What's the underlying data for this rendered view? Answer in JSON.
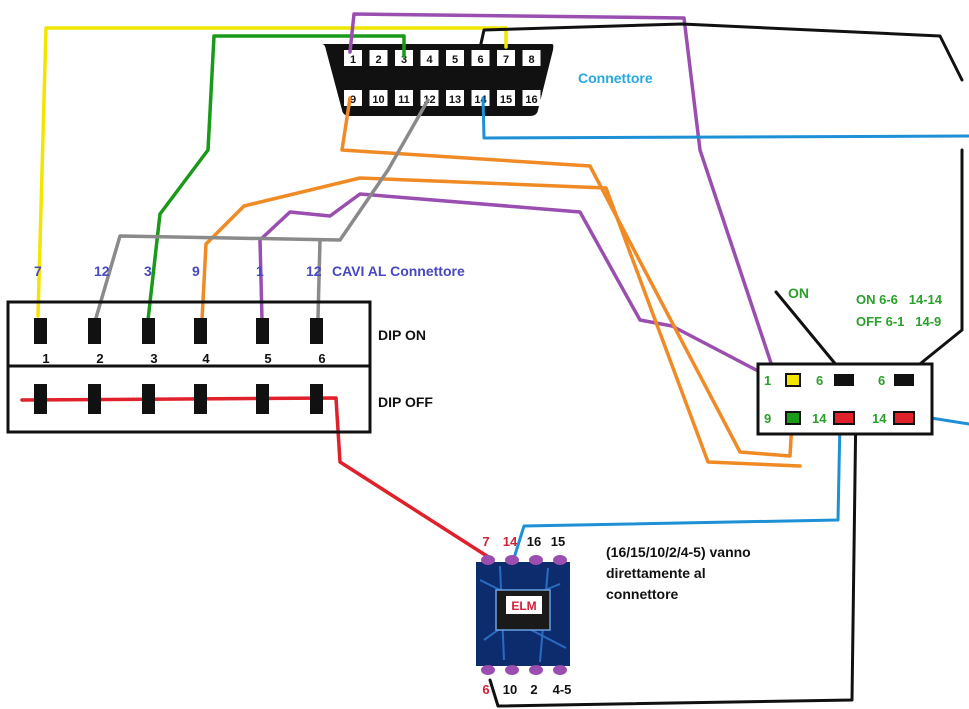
{
  "connector": {
    "title": "Connettore",
    "pins_top": [
      "1",
      "2",
      "3",
      "4",
      "5",
      "6",
      "7",
      "8"
    ],
    "pins_bottom": [
      "9",
      "10",
      "11",
      "12",
      "13",
      "14",
      "15",
      "16"
    ]
  },
  "cavi_label": "CAVI AL Connettore",
  "cable_numbers": [
    "7",
    "12",
    "3",
    "9",
    "1",
    "12"
  ],
  "dip": {
    "numbers": [
      "1",
      "2",
      "3",
      "4",
      "5",
      "6"
    ],
    "on_label": "DIP ON",
    "off_label": "DIP OFF"
  },
  "switch": {
    "on_label": "ON",
    "legend_on": "ON 6-6   14-14",
    "legend_off": "OFF 6-1   14-9",
    "pin_1": "1",
    "pin_9": "9",
    "pin_6a": "6",
    "pin_14a": "14",
    "pin_6b": "6",
    "pin_14b": "14"
  },
  "elm": {
    "chip_label": "ELM",
    "top_pins": [
      "7",
      "14",
      "16",
      "15"
    ],
    "bottom_pins": [
      "6",
      "10",
      "2",
      "4-5"
    ],
    "note_line1": "(16/15/10/2/4-5) vanno",
    "note_line2": "direttamente al",
    "note_line3": "connettore"
  },
  "colors": {
    "yellow": "#f2e600",
    "green": "#1a9a1a",
    "orange": "#f08a24",
    "purple": "#9a4fb0",
    "gray": "#8a8a8a",
    "blue": "#1e90d6",
    "red": "#e0202a",
    "black": "#111111",
    "cyan_text": "#27a9e0",
    "blue_text": "#4848c0",
    "green_text": "#2aa02a",
    "red_text": "#d0203a",
    "pin_purple": "#9a4fb0"
  }
}
